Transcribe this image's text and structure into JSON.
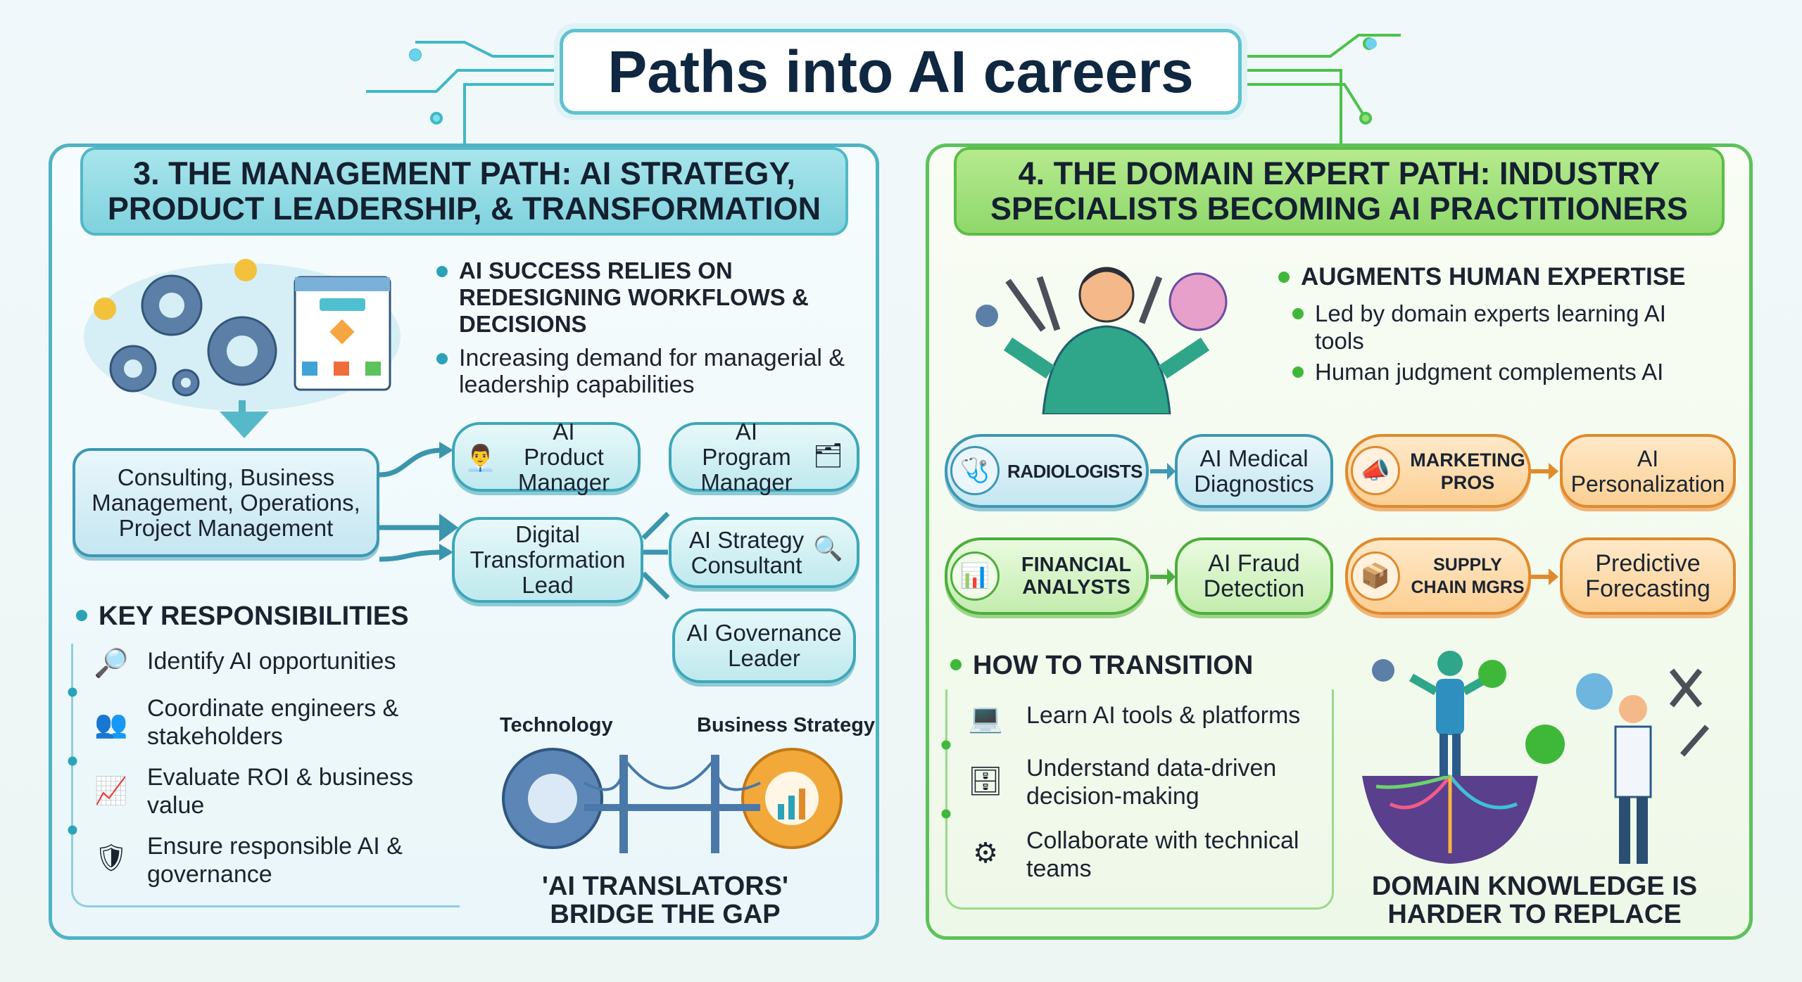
{
  "title": "Paths into AI careers",
  "left": {
    "header": "3. THE MANAGEMENT PATH: AI STRATEGY, PRODUCT LEADERSHIP, & TRANSFORMATION",
    "bullets": [
      "AI SUCCESS RELIES ON REDESIGNING WORKFLOWS & DECISIONS",
      "Increasing demand for managerial & leadership capabilities"
    ],
    "source": "Consulting, Business Management, Operations, Project Management",
    "roles": {
      "product": "AI Product Manager",
      "program": "AI Program Manager",
      "digital": "Digital Transformation Lead",
      "strategy": "AI Strategy Consultant",
      "governance": "AI Governance Leader"
    },
    "responsibilities_heading": "KEY RESPONSIBILITIES",
    "responsibilities": [
      "Identify AI opportunities",
      "Coordinate engineers & stakeholders",
      "Evaluate ROI & business value",
      "Ensure responsible AI & governance"
    ],
    "bridge": {
      "left": "Technology",
      "right": "Business Strategy",
      "caption1": "'AI TRANSLATORS'",
      "caption2": "BRIDGE THE GAP"
    }
  },
  "right": {
    "header": "4. THE DOMAIN EXPERT PATH: INDUSTRY SPECIALISTS BECOMING AI PRACTITIONERS",
    "main_bullet": "AUGMENTS HUMAN EXPERTISE",
    "sub_bullets": [
      "Led by domain experts learning AI tools",
      "Human judgment complements AI"
    ],
    "transitions": [
      {
        "from": "RADIOLOGISTS",
        "to": "AI Medical Diagnostics"
      },
      {
        "from": "MARKETING PROS",
        "to": "AI Personalization"
      },
      {
        "from": "FINANCIAL ANALYSTS",
        "to": "AI Fraud Detection"
      },
      {
        "from": "SUPPLY CHAIN MGRS",
        "to": "Predictive Forecasting"
      }
    ],
    "how_heading": "HOW TO TRANSITION",
    "how_items": [
      "Learn AI tools & platforms",
      "Understand data-driven decision-making",
      "Collaborate with technical teams"
    ],
    "caption1": "DOMAIN KNOWLEDGE IS",
    "caption2": "HARDER TO REPLACE"
  },
  "colors": {
    "teal": "#4fb3c4",
    "green": "#5cc25a",
    "orange": "#e08a2c"
  }
}
